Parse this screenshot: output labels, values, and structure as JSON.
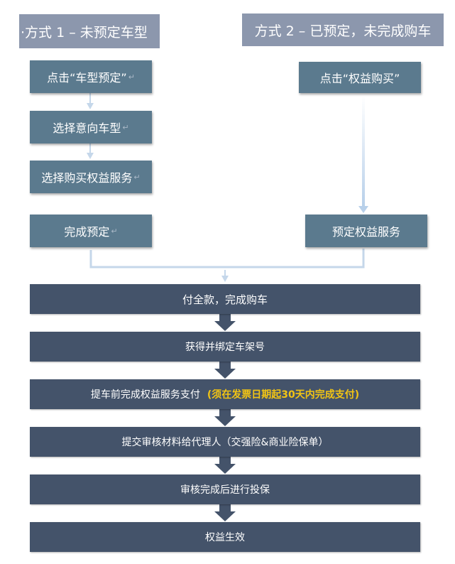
{
  "method1": {
    "header": "·方式 1 – 未预定车型",
    "steps": [
      "点击“车型预定”",
      "选择意向车型",
      "选择购买权益服务",
      "完成预定"
    ]
  },
  "method2": {
    "header": "方式 2 – 已预定，未完成购车",
    "steps": [
      "点击“权益购买”",
      "预定权益服务"
    ]
  },
  "flow": {
    "steps": [
      "付全款，完成购车",
      "获得并绑定车架号",
      "提车前完成权益服务支付",
      "提交审核材料给代理人（交强险&商业险保单）",
      "审核完成后进行投保",
      "权益生效"
    ],
    "highlight": "(须在发票日期起30天内完成支付)"
  },
  "colors": {
    "header_bg": "#8c97ad",
    "box_bg": "#5b7a8e",
    "bar_bg": "#44536a",
    "highlight": "#f2c414",
    "connector": "#c5d7ea"
  }
}
